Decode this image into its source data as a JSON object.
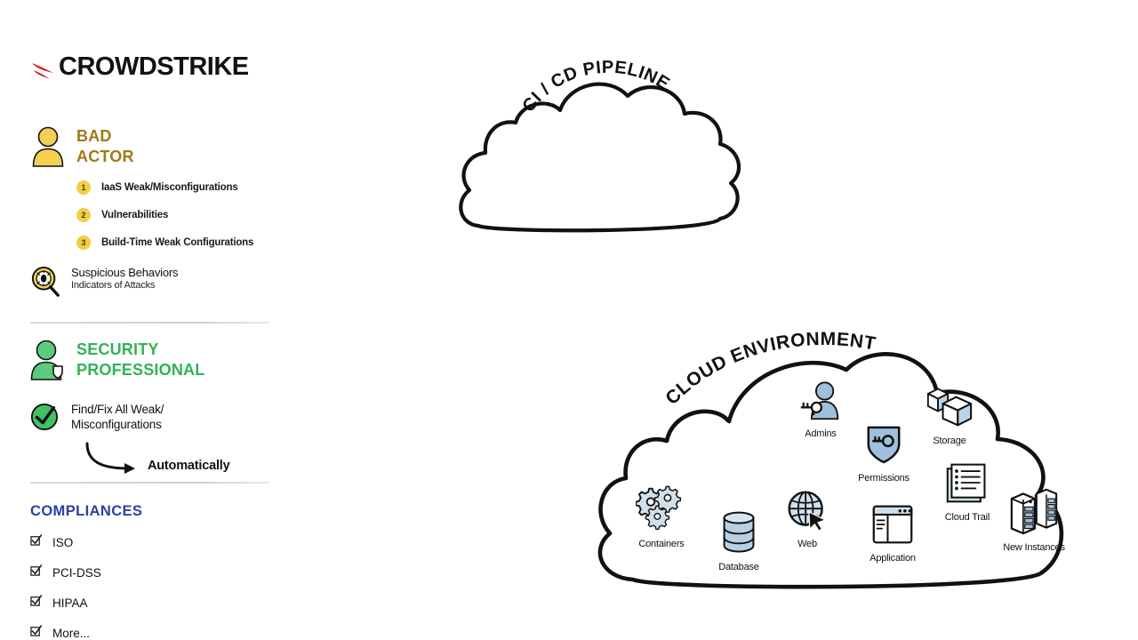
{
  "brand": {
    "name": "CROWDSTRIKE",
    "logo_icon": "crowdstrike-falcon-icon",
    "logo_color": "#d22d2d",
    "text_color": "#111111"
  },
  "sidebar": {
    "bad_actor": {
      "icon": "person-icon",
      "title_line1": "BAD",
      "title_line2": "ACTOR",
      "color": "#a07a16",
      "items": [
        {
          "num": "1",
          "label": "IaaS Weak/Misconfigurations"
        },
        {
          "num": "2",
          "label": "Vulnerabilities"
        },
        {
          "num": "3",
          "label": "Build-Time Weak Configurations"
        }
      ],
      "badge_color": "#f2ce45"
    },
    "suspicious": {
      "icon": "magnifier-bug-icon",
      "line1": "Suspicious Behaviors",
      "line2": "Indicators of Attacks"
    },
    "security_professional": {
      "icon": "person-shield-icon",
      "title_line1": "SECURITY",
      "title_line2": "PROFESSIONAL",
      "color": "#2fb457"
    },
    "findfix": {
      "icon": "check-circle-icon",
      "line1": "Find/Fix All Weak/",
      "line2": "Misconfigurations",
      "arrow_icon": "curved-arrow-icon",
      "emphasis": "Automatically"
    },
    "compliances": {
      "title": "COMPLIANCES",
      "color": "#2d41a0",
      "items": [
        {
          "icon": "checkbox-checked-icon",
          "label": "ISO"
        },
        {
          "icon": "checkbox-checked-icon",
          "label": "PCI-DSS"
        },
        {
          "icon": "checkbox-checked-icon",
          "label": "HIPAA"
        },
        {
          "icon": "checkbox-checked-icon",
          "label": "More..."
        }
      ]
    }
  },
  "diagram": {
    "cicd_cloud": {
      "icon": "cloud-outline-icon",
      "label": "CI / CD PIPELINE",
      "contents": []
    },
    "cloud_environment": {
      "icon": "cloud-outline-icon",
      "label": "CLOUD ENVIRONMENT",
      "accent_color": "#9fbfdc",
      "nodes": [
        {
          "icon": "admins-person-key-icon",
          "label": "Admins"
        },
        {
          "icon": "permissions-shield-key-icon",
          "label": "Permissions"
        },
        {
          "icon": "storage-cubes-icon",
          "label": "Storage"
        },
        {
          "icon": "containers-gears-icon",
          "label": "Containers"
        },
        {
          "icon": "database-cylinder-icon",
          "label": "Database"
        },
        {
          "icon": "web-globe-cursor-icon",
          "label": "Web"
        },
        {
          "icon": "application-window-icon",
          "label": "Application"
        },
        {
          "icon": "cloud-trail-document-icon",
          "label": "Cloud Trail"
        },
        {
          "icon": "new-instances-servers-icon",
          "label": "New Instances"
        }
      ]
    }
  }
}
